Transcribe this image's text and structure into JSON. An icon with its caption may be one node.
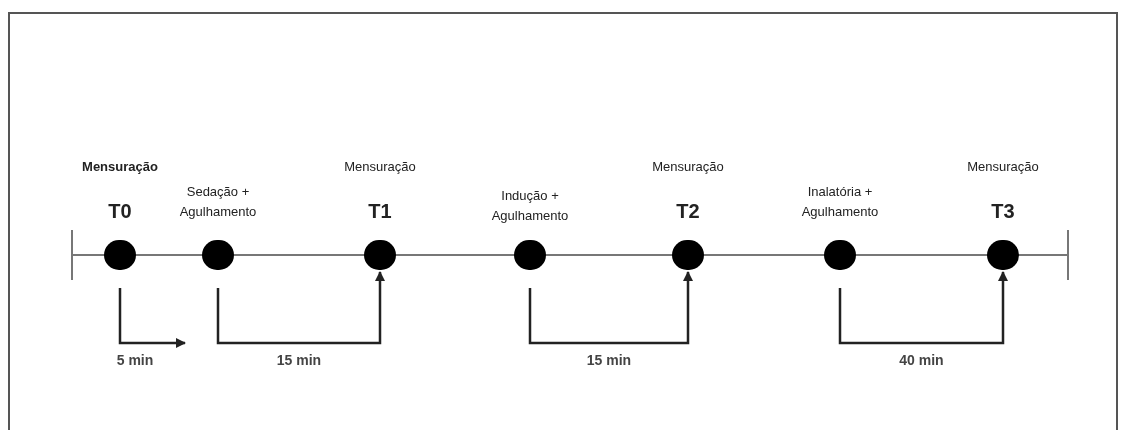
{
  "diagram": {
    "nodes": [
      {
        "text": [],
        "shape": "circle",
        "beside": [
          "Mensuração",
          "T0"
        ]
      },
      {
        "text": [],
        "shape": "circle",
        "beside": [
          "Sedação + Agulhamento"
        ]
      },
      {
        "text": [],
        "shape": "circle",
        "beside": [
          "Mensuração",
          "T1"
        ]
      },
      {
        "text": [],
        "shape": "circle",
        "beside": [
          "Indução + Agulhamento"
        ]
      },
      {
        "text": [],
        "shape": "circle",
        "beside": [
          "Mensuração",
          "T2"
        ]
      },
      {
        "text": [],
        "shape": "circle",
        "beside": [
          "Inalatória + Agulhamento"
        ]
      },
      {
        "text": [],
        "shape": "circle",
        "beside": [
          "Mensuração",
          "T3"
        ]
      }
    ],
    "edges": [
      {
        "from": 0,
        "to": null,
        "arrow": "to",
        "label": "5 min"
      },
      {
        "from": 1,
        "to": 2,
        "arrow": "to",
        "label": "15 min"
      },
      {
        "from": 3,
        "to": 4,
        "arrow": "to",
        "label": "15 min"
      },
      {
        "from": 5,
        "to": 6,
        "arrow": "to",
        "label": "40 min"
      }
    ]
  }
}
